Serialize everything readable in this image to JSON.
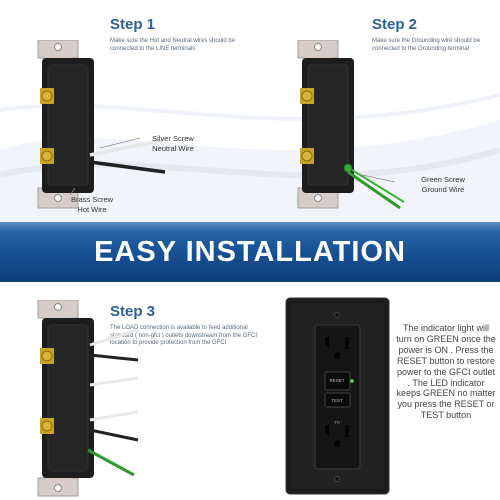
{
  "step1": {
    "title": "Step 1",
    "description": "Make sure the Hot and Neutral wires should be connected to the LINE terminals",
    "callout_silver": "Silver Screw",
    "callout_neutral": "Neutral Wire",
    "callout_brass": "Brass Screw",
    "callout_hot": "Hot Wire"
  },
  "step2": {
    "title": "Step 2",
    "description": "Make sure the Grounding wire should be connected to the Grounding terminal",
    "callout_green": "Green Screw",
    "callout_ground": "Ground Wire"
  },
  "banner": {
    "text": "EASY INSTALLATION"
  },
  "step3": {
    "title": "Step 3",
    "description": "The LOAD connection is available to feed additional standard ( non-gfci ) outlets downstream from the GFCI location to provide protection from the GFCI"
  },
  "indicator_text": "The indicator light will turn on GREEN once the power is ON . Press the RESET button to restore power to the GFCI outlet . The LED indicator keeps GREEN no matter you press the RESET or TEST button",
  "outlet_face": {
    "reset_label": "RESET",
    "test_label": "TEST",
    "tr_label": "TR"
  },
  "colors": {
    "step_title": "#2d5f9a",
    "banner": "#174f93",
    "outlet_body": "#1b1b1b",
    "brass": "#c9a227",
    "green_wire": "#2f9a2f"
  }
}
